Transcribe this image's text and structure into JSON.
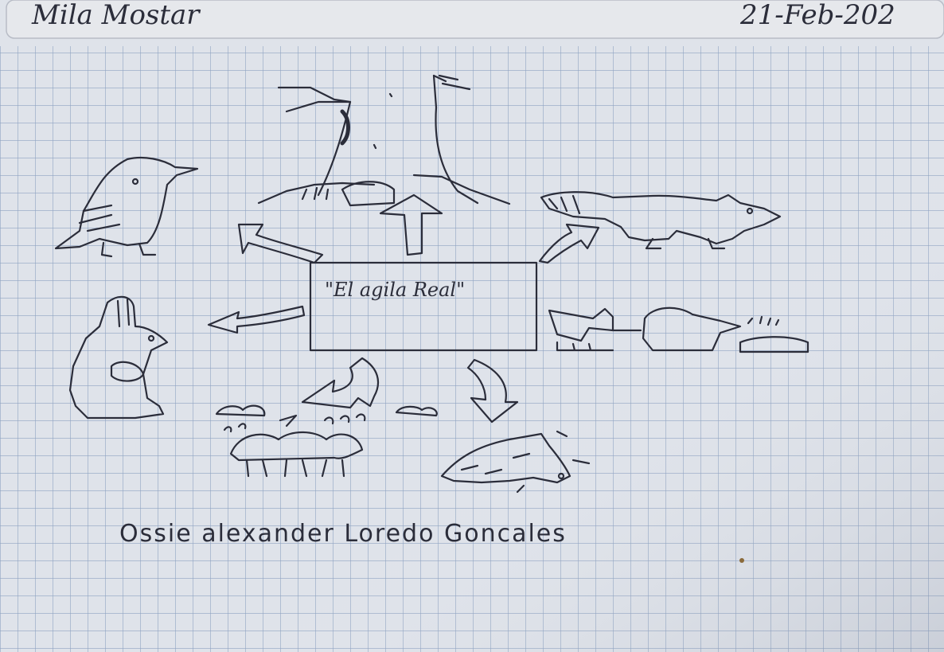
{
  "header": {
    "title": "Mila Mostar",
    "date": "21-Feb-202"
  },
  "center_box": {
    "label": "\"El agila Real\""
  },
  "footer": {
    "author": "Ossie alexander Loredo Goncales"
  },
  "drawings": [
    "tree-with-mushroom",
    "bird",
    "fox",
    "rabbit",
    "turtle-and-grass",
    "clouds-and-plants",
    "lizard"
  ],
  "colors": {
    "paper": "#dde2ea",
    "grid": "#8fa3c2",
    "ink": "#2b2d3a"
  }
}
